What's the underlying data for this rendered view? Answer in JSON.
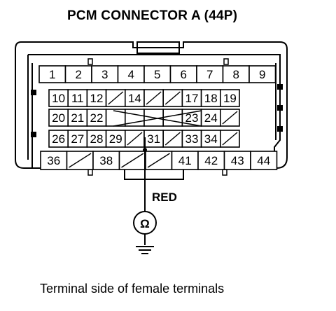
{
  "title": "PCM CONNECTOR A (44P)",
  "wire_color": "RED",
  "meter_symbol": "Ω",
  "caption": "Terminal side of female terminals",
  "rows": [
    [
      "1",
      "2",
      "3",
      "4",
      "5",
      "6",
      "7",
      "8",
      "9"
    ],
    [
      "10",
      "11",
      "12",
      "",
      "14",
      "",
      "",
      "17",
      "18",
      "19"
    ],
    [
      "20",
      "21",
      "22",
      "",
      "",
      "",
      "",
      "23",
      "24",
      ""
    ],
    [
      "26",
      "27",
      "28",
      "29",
      "",
      "31",
      "",
      "33",
      "34",
      ""
    ],
    [
      "36",
      "",
      "38",
      "",
      "",
      "41",
      "42",
      "43",
      "44"
    ]
  ],
  "icons": [
    "ohmmeter-icon",
    "ground-icon"
  ]
}
